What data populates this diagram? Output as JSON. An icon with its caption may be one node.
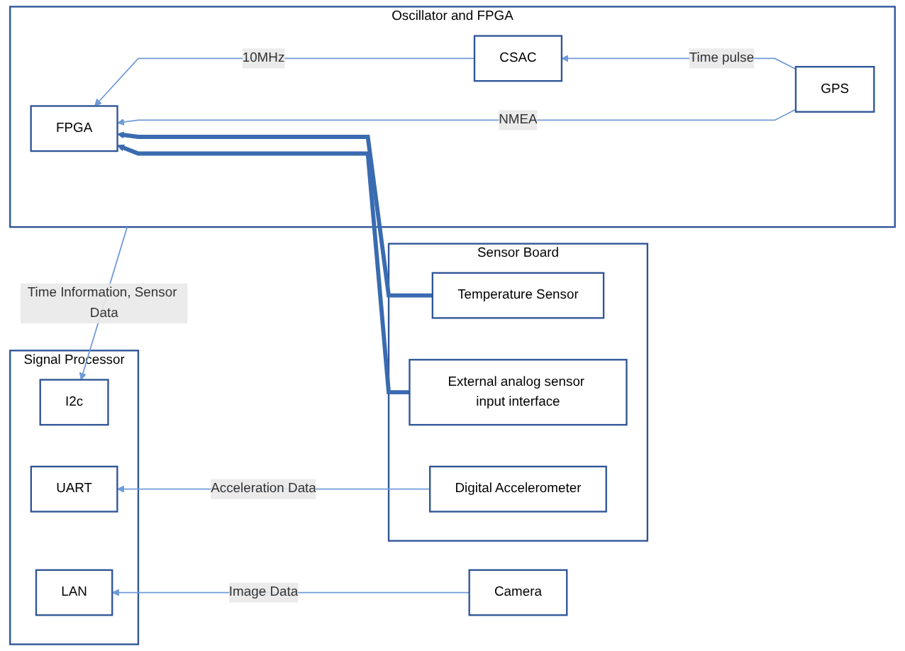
{
  "diagram": {
    "nodes": [
      {
        "text": [
          "Signal Processor"
        ]
      },
      {
        "text": [
          "UART"
        ],
        "in": 0
      },
      {
        "text": [
          "I2c"
        ],
        "in": 0
      },
      {
        "text": [
          "LAN"
        ],
        "in": 0
      },
      {
        "text": [
          "Oscillator and FPGA"
        ]
      },
      {
        "text": [
          "CSAC"
        ],
        "in": 4
      },
      {
        "text": [
          "GPS"
        ],
        "in": 4
      },
      {
        "text": [
          "FPGA"
        ],
        "in": 4
      },
      {
        "text": [
          "Sensor Board"
        ]
      },
      {
        "text": [
          "Digital Accelerometer"
        ],
        "in": 8
      },
      {
        "text": [
          "Temperature Sensor"
        ],
        "in": 8
      },
      {
        "text": [
          "External analog sensor input interface"
        ],
        "in": 8
      },
      {
        "text": [
          "Camera"
        ]
      }
    ],
    "edges": [
      {
        "from": 6,
        "to": 5,
        "arrow": "to",
        "label": "Time pulse"
      },
      {
        "from": 5,
        "to": 7,
        "arrow": "to",
        "label": "10MHz"
      },
      {
        "from": 6,
        "to": 7,
        "arrow": "to",
        "label": "NMEA"
      },
      {
        "from": 4,
        "to": 2,
        "arrow": "to",
        "label": "Time Information, Sensor Data"
      },
      {
        "from": 12,
        "to": 3,
        "arrow": "to",
        "label": "Image Data"
      },
      {
        "from": 9,
        "to": 1,
        "arrow": "to",
        "label": "Acceleration Data"
      },
      {
        "from": 10,
        "to": 7,
        "arrow": "to",
        "style": "thick",
        "color": "#3a6bb0"
      },
      {
        "from": 11,
        "to": 7,
        "arrow": "to",
        "style": "thick",
        "color": "#3a6bb0"
      }
    ]
  }
}
